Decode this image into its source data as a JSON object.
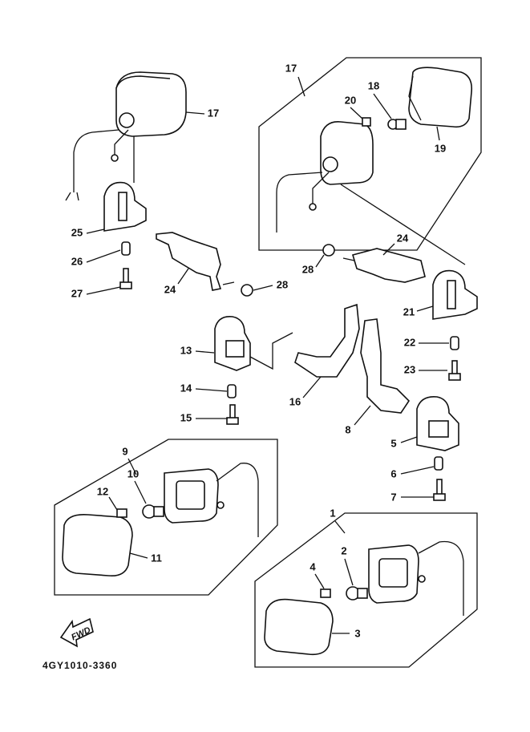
{
  "diagram_code": "4GY1010-3360",
  "fwd_label": "FWD",
  "callouts": [
    {
      "id": "c17a",
      "text": "17"
    },
    {
      "id": "c17b",
      "text": "17"
    },
    {
      "id": "c18",
      "text": "18"
    },
    {
      "id": "c19",
      "text": "19"
    },
    {
      "id": "c20",
      "text": "20"
    },
    {
      "id": "c25",
      "text": "25"
    },
    {
      "id": "c26",
      "text": "26"
    },
    {
      "id": "c27",
      "text": "27"
    },
    {
      "id": "c24a",
      "text": "24"
    },
    {
      "id": "c28a",
      "text": "28"
    },
    {
      "id": "c28b",
      "text": "28"
    },
    {
      "id": "c24b",
      "text": "24"
    },
    {
      "id": "c21",
      "text": "21"
    },
    {
      "id": "c22",
      "text": "22"
    },
    {
      "id": "c23",
      "text": "23"
    },
    {
      "id": "c13",
      "text": "13"
    },
    {
      "id": "c14",
      "text": "14"
    },
    {
      "id": "c15",
      "text": "15"
    },
    {
      "id": "c16",
      "text": "16"
    },
    {
      "id": "c8",
      "text": "8"
    },
    {
      "id": "c5",
      "text": "5"
    },
    {
      "id": "c6",
      "text": "6"
    },
    {
      "id": "c7",
      "text": "7"
    },
    {
      "id": "c9",
      "text": "9"
    },
    {
      "id": "c10",
      "text": "10"
    },
    {
      "id": "c12",
      "text": "12"
    },
    {
      "id": "c11",
      "text": "11"
    },
    {
      "id": "c1",
      "text": "1"
    },
    {
      "id": "c2",
      "text": "2"
    },
    {
      "id": "c4",
      "text": "4"
    },
    {
      "id": "c3",
      "text": "3"
    }
  ]
}
